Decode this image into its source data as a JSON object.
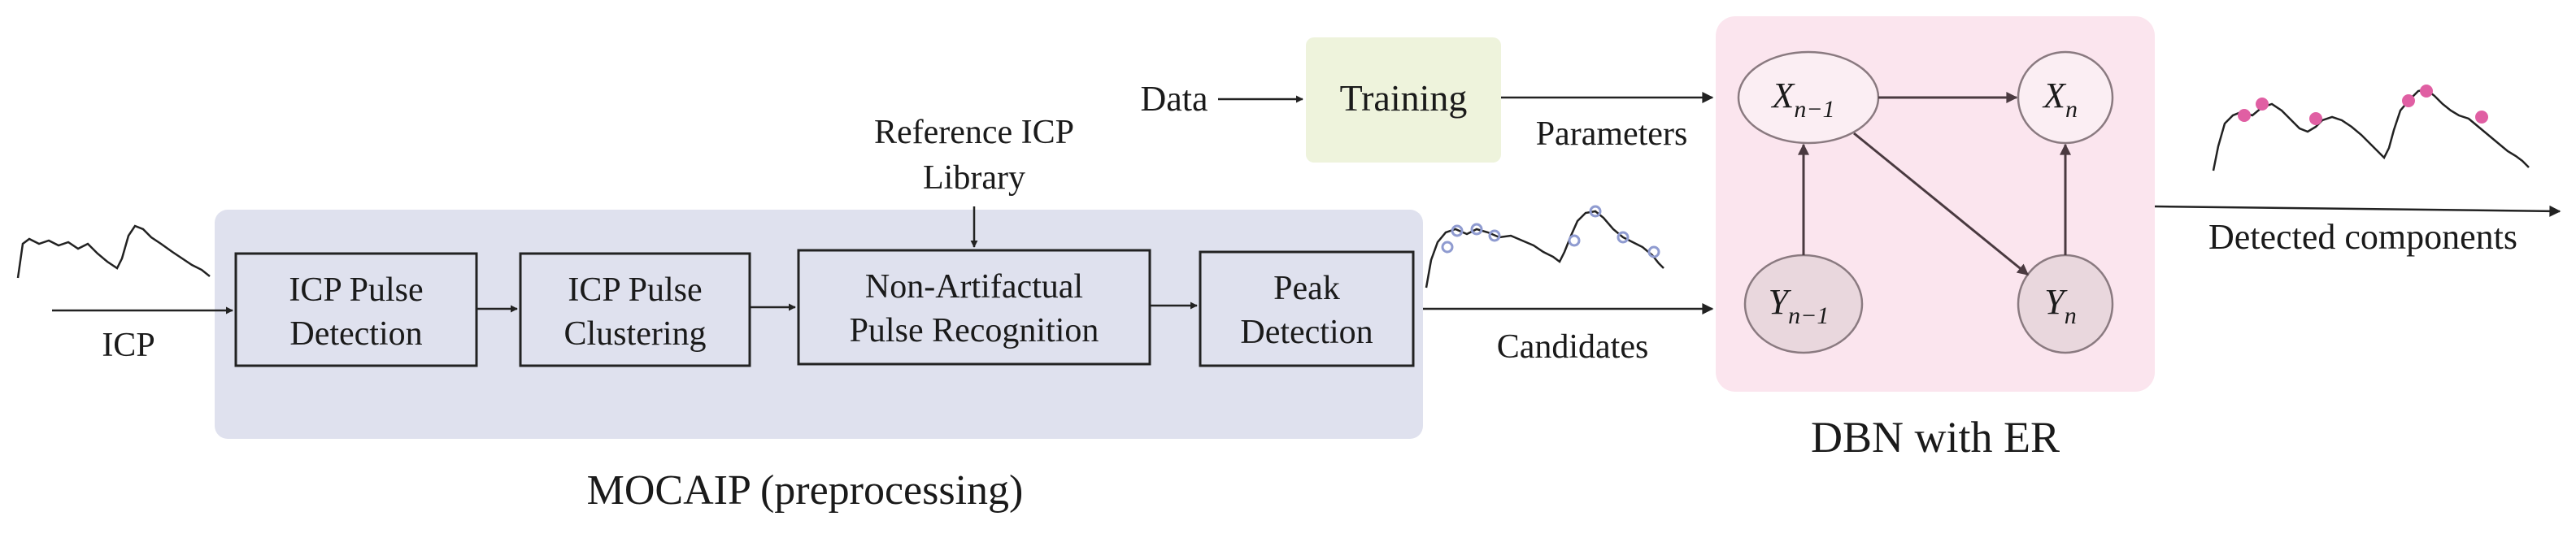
{
  "labels": {
    "icp_input": "ICP",
    "mocaip_title": "MOCAIP (preprocessing)",
    "reference_line1": "Reference ICP",
    "reference_line2": "Library",
    "candidates": "Candidates",
    "data": "Data",
    "training": "Training",
    "parameters": "Parameters",
    "dbn_title": "DBN with ER",
    "detected": "Detected components"
  },
  "steps": [
    {
      "line1": "ICP Pulse",
      "line2": "Detection"
    },
    {
      "line1": "ICP Pulse",
      "line2": "Clustering"
    },
    {
      "line1": "Non-Artifactual",
      "line2": "Pulse Recognition"
    },
    {
      "line1": "Peak",
      "line2": "Detection"
    }
  ],
  "nodes": {
    "x_prev": {
      "base": "X",
      "sub": "n−1"
    },
    "x_n": {
      "base": "X",
      "sub": "n"
    },
    "y_prev": {
      "base": "Y",
      "sub": "n−1"
    },
    "y_n": {
      "base": "Y",
      "sub": "n"
    }
  },
  "colors": {
    "mocaip_bg": "#dfe1ee",
    "dbn_bg": "#fbe5ee",
    "training_bg": "#eef3dc",
    "observed_node": "#e9d7dd",
    "hidden_node": "#fbeef3",
    "candidate_marker": "#8f9bd0",
    "component_marker": "#e05fa3",
    "line": "#222222"
  }
}
